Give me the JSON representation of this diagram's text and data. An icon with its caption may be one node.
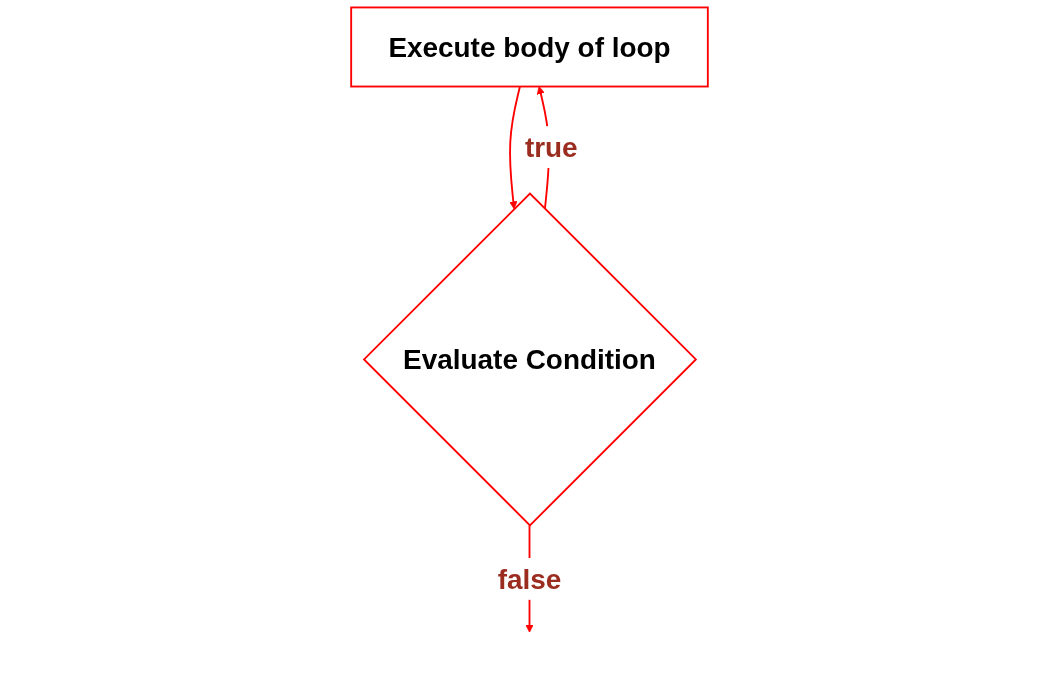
{
  "diagram": {
    "nodes": [
      {
        "text": [
          "Execute body of loop"
        ]
      },
      {
        "text": [
          "Evaluate Condition"
        ]
      }
    ],
    "edges": [
      {
        "from": 0,
        "to": 1,
        "arrow": "to"
      },
      {
        "from": 1,
        "to": null,
        "arrow": "to",
        "label": "false"
      },
      {
        "from": 1,
        "to": 0,
        "arrow": "to",
        "label": "true"
      }
    ]
  }
}
